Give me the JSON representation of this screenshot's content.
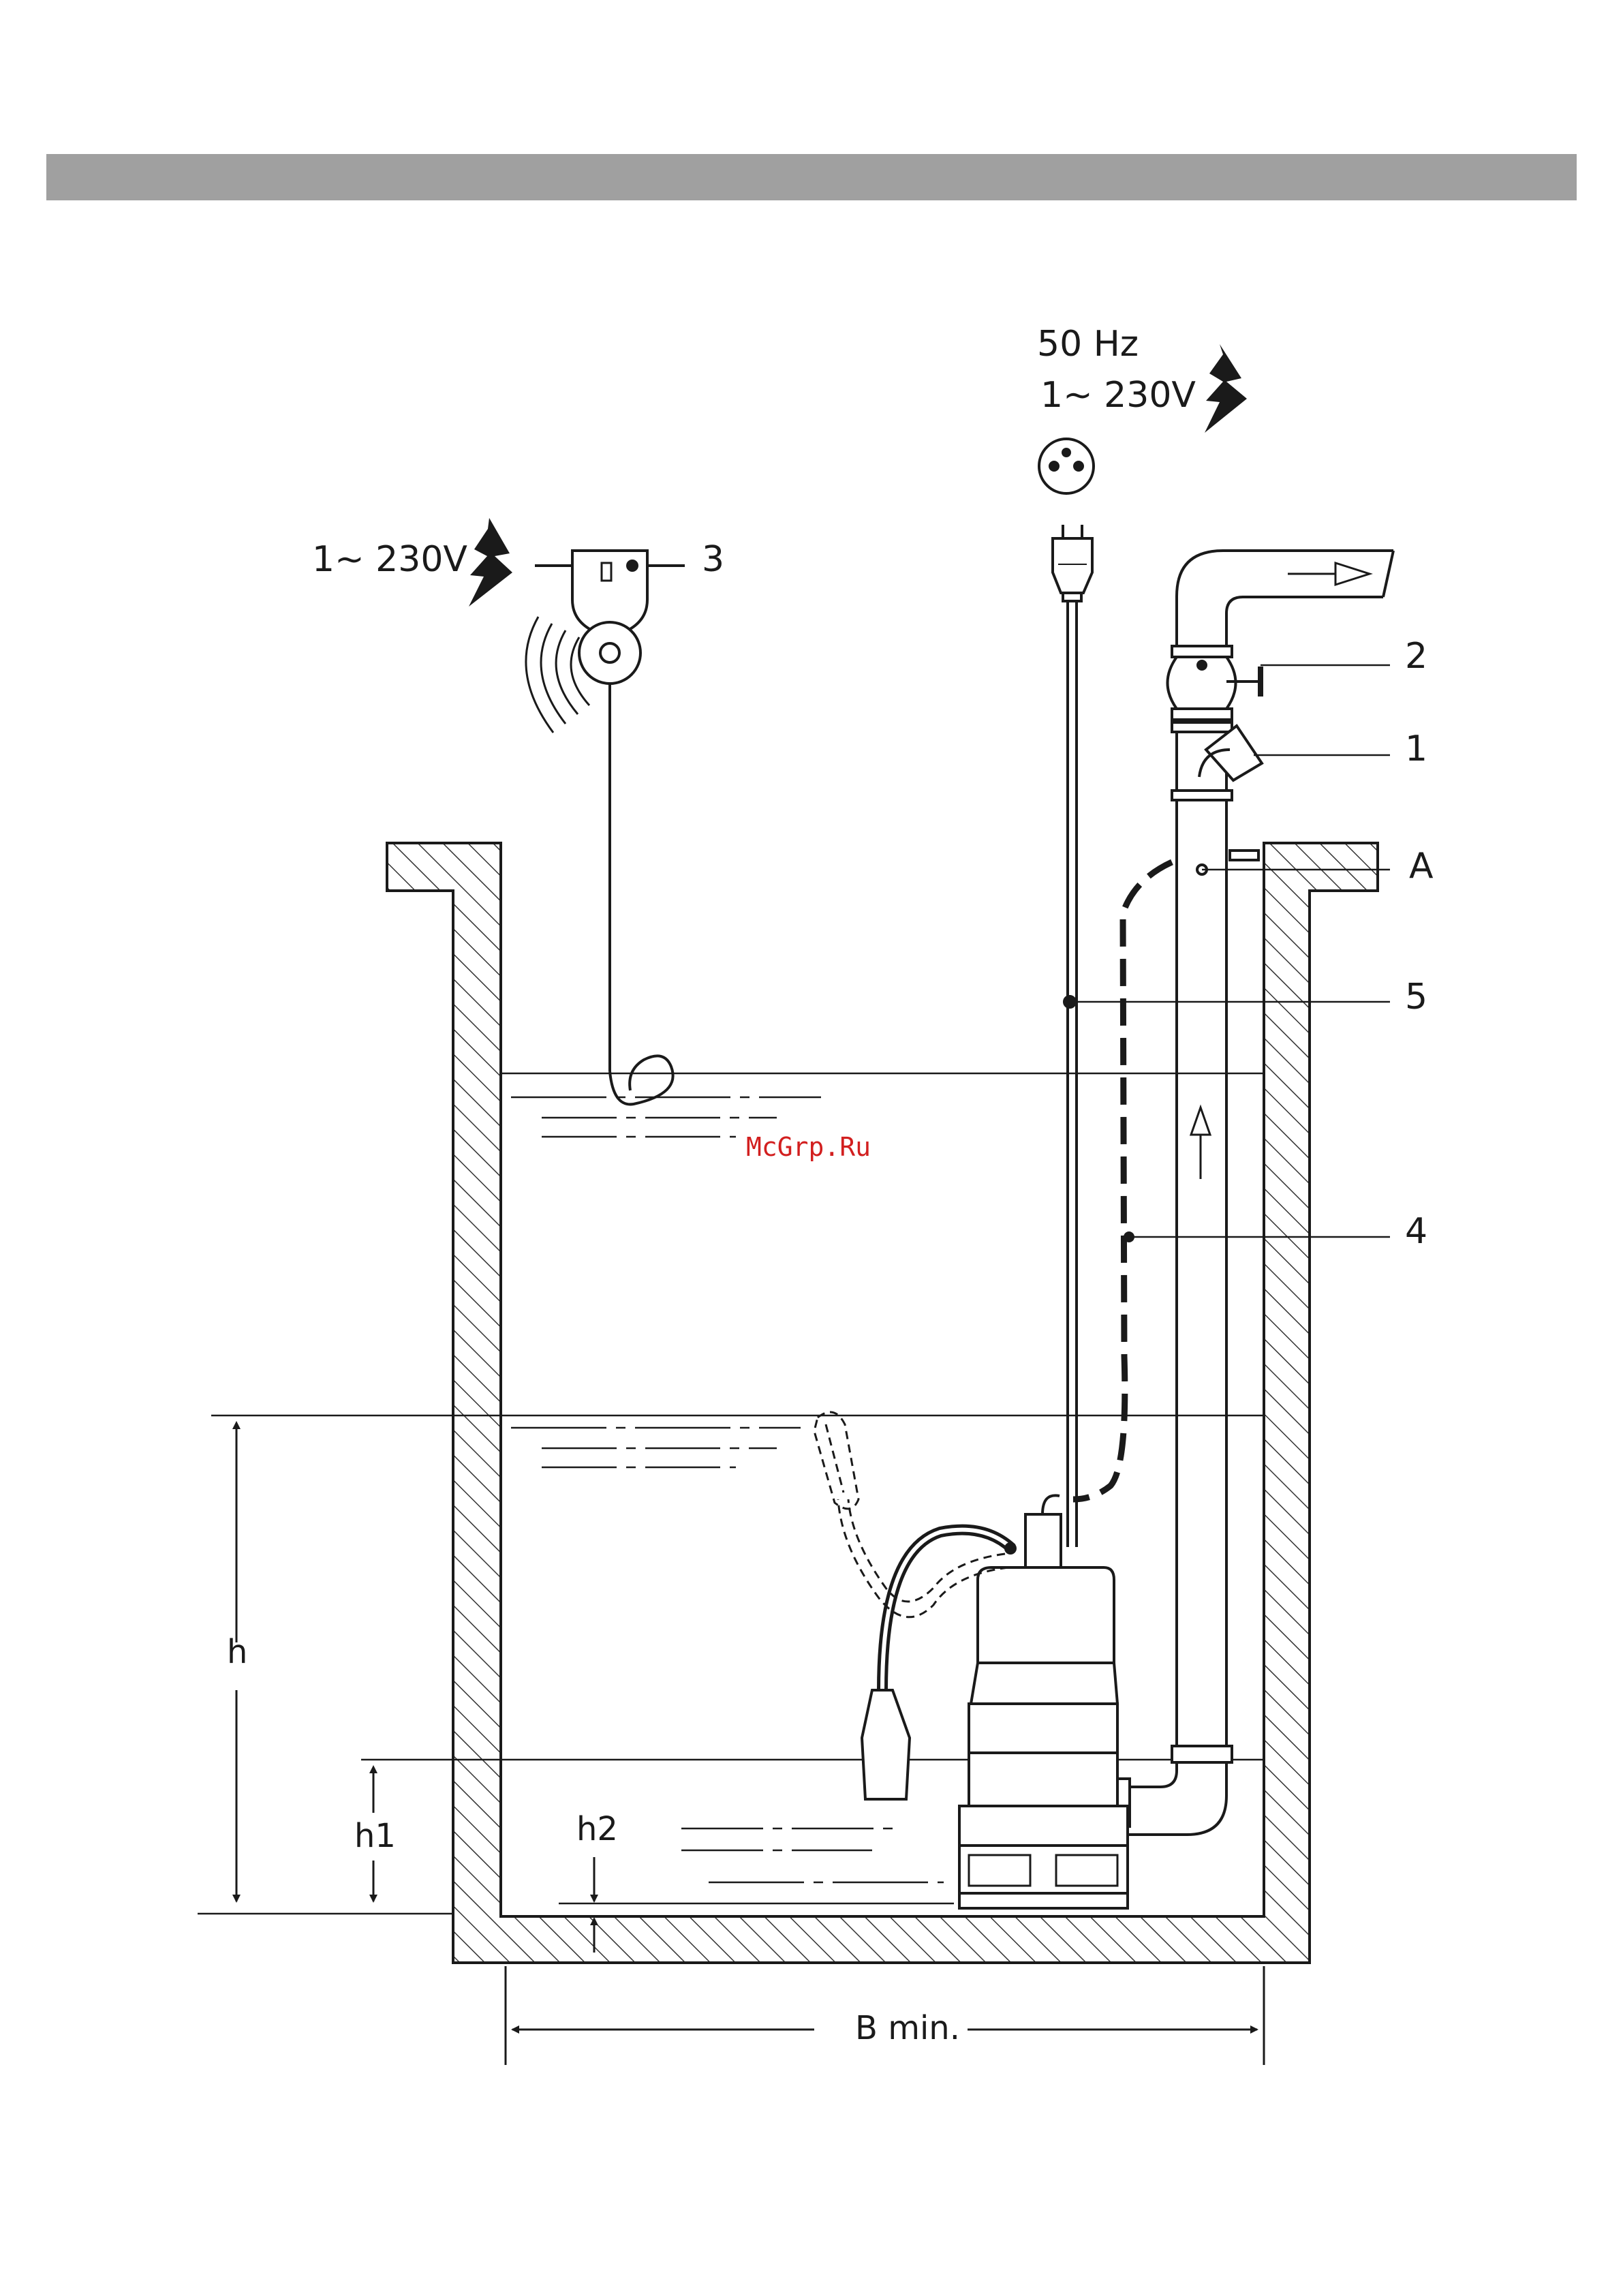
{
  "colors": {
    "header_bar": "#a0a0a0",
    "line": "#1a1a1a",
    "watermark": "#d21f1f",
    "hatch": "#333333"
  },
  "power_supply": {
    "frequency": "50 Hz",
    "voltage": "1~ 230V",
    "icons": [
      "lightning-icon",
      "socket-icon",
      "plug-icon"
    ]
  },
  "switch_supply": {
    "voltage": "1~ 230V",
    "icons": [
      "lightning-icon",
      "switch-box-icon",
      "sound-waves-icon"
    ]
  },
  "callouts": {
    "c1": "1",
    "c2": "2",
    "c3": "3",
    "c4": "4",
    "c5": "5",
    "cA": "A"
  },
  "dimensions": {
    "h": "h",
    "h1": "h1",
    "h2": "h2",
    "width": "B min."
  },
  "watermark": "McGrp.Ru"
}
